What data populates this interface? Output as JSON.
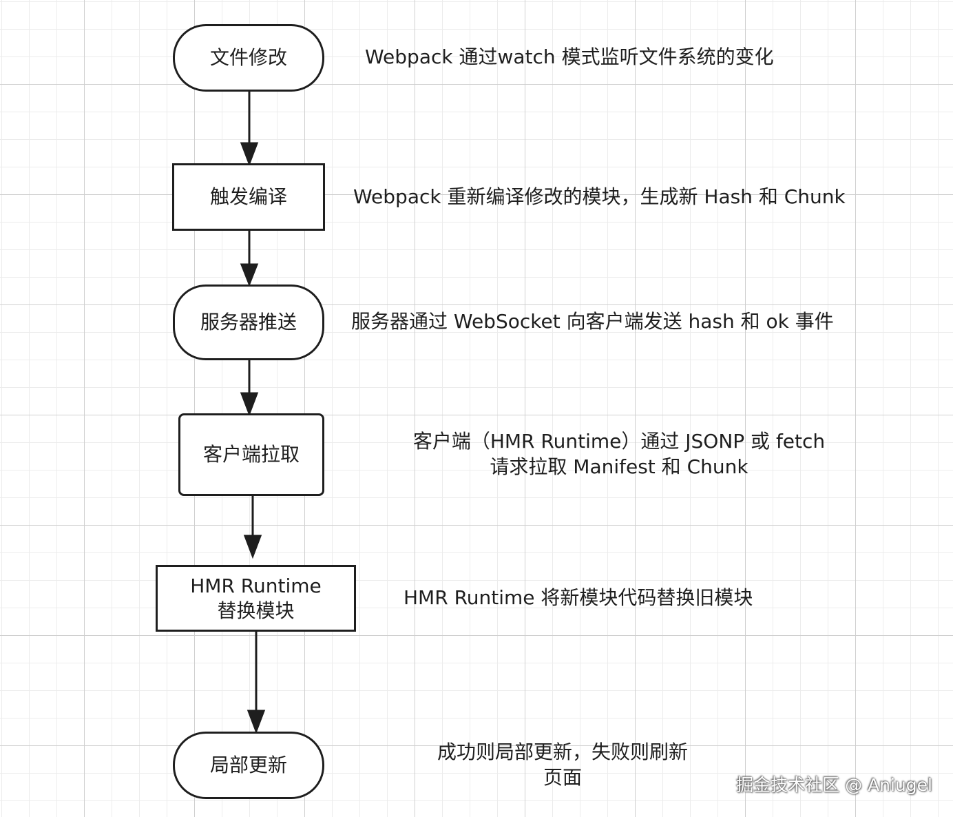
{
  "steps": [
    {
      "label": "文件修改",
      "description": [
        "Webpack 通过watch 模式监听文件系统的变化"
      ]
    },
    {
      "label": "触发编译",
      "description": [
        "Webpack 重新编译修改的模块，生成新 Hash 和 Chunk"
      ]
    },
    {
      "label": "服务器推送",
      "description": [
        "服务器通过 WebSocket 向客户端发送 hash 和 ok 事件"
      ]
    },
    {
      "label": "客户端拉取",
      "description": [
        "客户端（HMR Runtime）通过 JSONP 或 fetch",
        "请求拉取 Manifest 和 Chunk"
      ]
    },
    {
      "label_lines": [
        "HMR Runtime",
        "替换模块"
      ],
      "description": [
        "HMR Runtime 将新模块代码替换旧模块"
      ]
    },
    {
      "label": "局部更新",
      "description": [
        "成功则局部更新，失败则刷新",
        "页面"
      ]
    }
  ],
  "watermark": "掘金技术社区 @ Aniugel"
}
